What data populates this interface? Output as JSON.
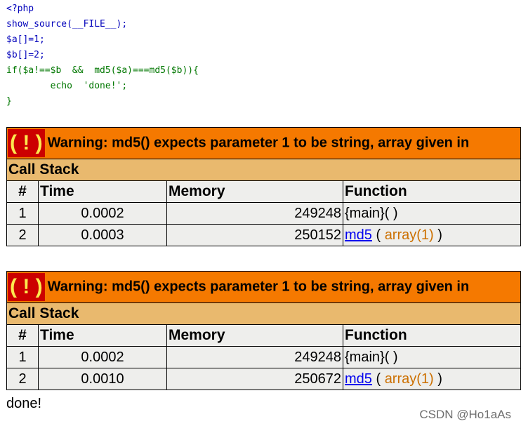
{
  "code": {
    "lines": [
      "<?php",
      "show_source(__FILE__);",
      "$a[]=1;",
      "$b[]=2;",
      "if($a!==$b  &&  md5($a)===md5($b)){",
      "        echo  'done!';",
      "}"
    ]
  },
  "warnings": [
    {
      "bang": "( ! )",
      "message": "Warning: md5() expects parameter 1 to be string, array given in",
      "call_stack_label": "Call Stack",
      "columns": [
        "#",
        "Time",
        "Memory",
        "Function"
      ],
      "rows": [
        {
          "num": "1",
          "time": "0.0002",
          "memory": "249248",
          "func": "{main}( )",
          "link": "",
          "args": ""
        },
        {
          "num": "2",
          "time": "0.0003",
          "memory": "250152",
          "func": "",
          "link": "md5",
          "args": "array(1)"
        }
      ]
    },
    {
      "bang": "( ! )",
      "message": "Warning: md5() expects parameter 1 to be string, array given in",
      "call_stack_label": "Call Stack",
      "columns": [
        "#",
        "Time",
        "Memory",
        "Function"
      ],
      "rows": [
        {
          "num": "1",
          "time": "0.0002",
          "memory": "249248",
          "func": "{main}( )",
          "link": "",
          "args": ""
        },
        {
          "num": "2",
          "time": "0.0010",
          "memory": "250672",
          "func": "",
          "link": "md5",
          "args": "array(1)"
        }
      ]
    }
  ],
  "output": "done!",
  "watermark": "CSDN @Ho1aAs"
}
